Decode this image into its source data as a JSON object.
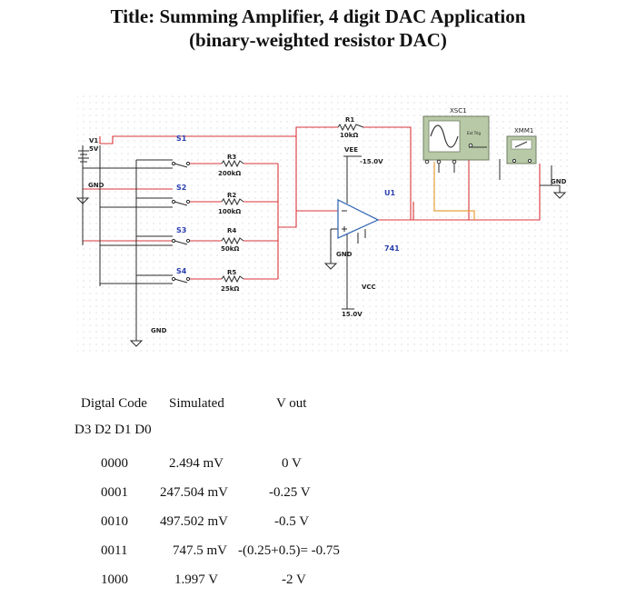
{
  "title": {
    "line1": "Title: Summing Amplifier, 4 digit DAC Application",
    "line2": "(binary-weighted resistor DAC)"
  },
  "schematic": {
    "v1_name": "V1",
    "v1_value": "5V",
    "gnd": "GND",
    "switches": [
      "S1",
      "S2",
      "S3",
      "S4"
    ],
    "resistors": [
      {
        "name": "R3",
        "value": "200kΩ"
      },
      {
        "name": "R2",
        "value": "100kΩ"
      },
      {
        "name": "R4",
        "value": "50kΩ"
      },
      {
        "name": "R5",
        "value": "25kΩ"
      }
    ],
    "feedback": {
      "name": "R1",
      "value": "10kΩ"
    },
    "vee_label": "VEE",
    "vee_value": "-15.0V",
    "vcc_label": "VCC",
    "vcc_value": "15.0V",
    "opamp_name": "U1",
    "opamp_model": "741",
    "scope_name": "XSC1",
    "scope_tag": "Ext Trig",
    "meter_name": "XMM1"
  },
  "table": {
    "headers": {
      "code": "Digtal Code",
      "simulated": "Simulated",
      "vout": "V out"
    },
    "bits_label": "D3 D2 D1 D0",
    "rows": [
      {
        "code": "0000",
        "simulated": "2.494 mV",
        "vout": "0 V"
      },
      {
        "code": "0001",
        "simulated": "247.504 mV",
        "vout": "-0.25 V"
      },
      {
        "code": "0010",
        "simulated": "497.502 mV",
        "vout": "-0.5 V"
      },
      {
        "code": "0011",
        "simulated": "747.5 mV",
        "vout": "-(0.25+0.5)= -0.75"
      },
      {
        "code": "1000",
        "simulated": "1.997 V",
        "vout": "-2 V"
      }
    ]
  }
}
